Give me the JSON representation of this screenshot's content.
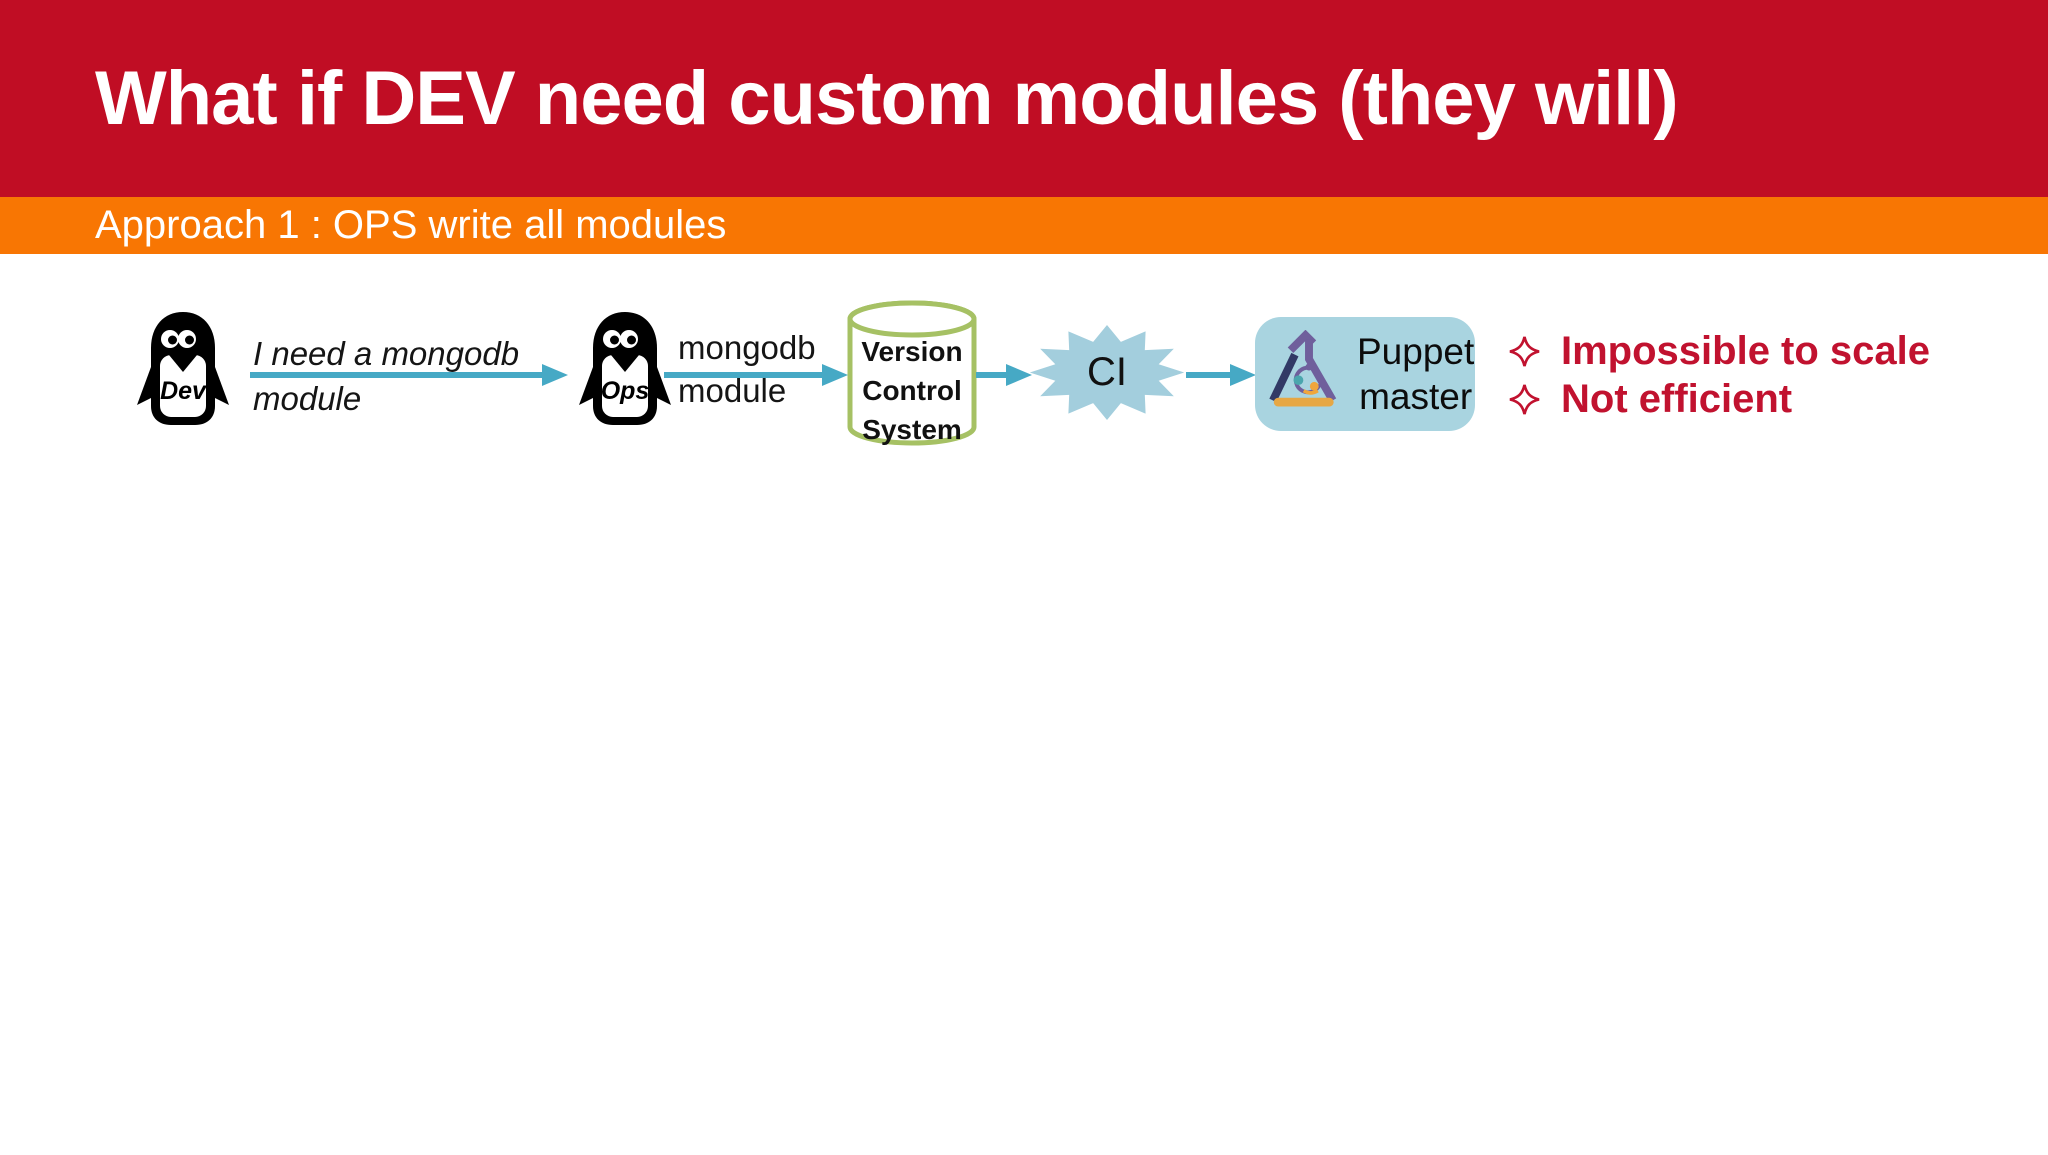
{
  "slide": {
    "title": "What if DEV need custom modules (they will)",
    "subtitle": "Approach 1 : OPS write all modules"
  },
  "colors": {
    "header_red": "#c00d24",
    "banner_orange": "#f87603",
    "arrow_teal": "#46a9c5",
    "ci_star_blue": "#a3cedd",
    "puppet_box_blue": "#a9d4e0",
    "cylinder_green": "#a6c164",
    "issue_red": "#c1122f"
  },
  "icons": {
    "dev": "penguin-icon",
    "ops": "penguin-icon",
    "vcs": "database-cylinder-icon",
    "ci": "starburst-shape",
    "puppet": "flask-logo-icon",
    "issue_bullet": "four-pointed-sparkle-icon"
  },
  "diagram": {
    "dev": {
      "label": "Dev"
    },
    "request": {
      "line1": "I need a mongodb",
      "line2": "module"
    },
    "ops": {
      "label": "Ops"
    },
    "delivery": {
      "line1": "mongodb",
      "line2": "module"
    },
    "vcs": {
      "line1": "Version",
      "line2": "Control",
      "line3": "System"
    },
    "ci": {
      "label": "CI"
    },
    "puppet": {
      "line1": "Puppet",
      "line2": "master"
    }
  },
  "issues": {
    "items": [
      {
        "text": "Impossible to scale"
      },
      {
        "text": "Not efficient"
      }
    ]
  }
}
